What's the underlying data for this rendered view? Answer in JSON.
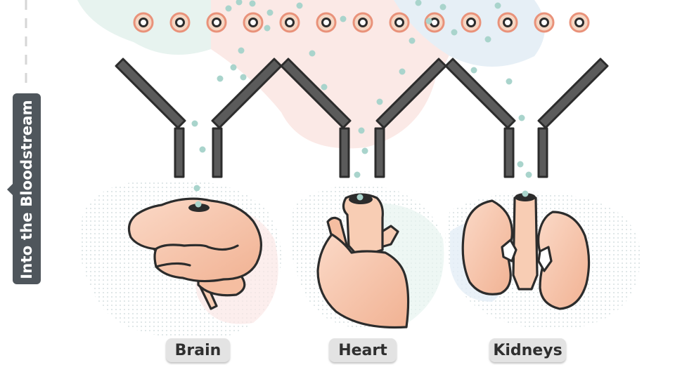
{
  "side_tab": {
    "label": "Into the Bloodstream"
  },
  "organs": [
    {
      "id": "brain",
      "label": "Brain"
    },
    {
      "id": "heart",
      "label": "Heart"
    },
    {
      "id": "kidneys",
      "label": "Kidneys"
    }
  ],
  "colors": {
    "outline": "#2c2c2c",
    "organ_fill": "#f6c0a4",
    "organ_fill_light": "#fbd6c1",
    "particle": "#a9d4cc",
    "bead_ring": "#e9927a",
    "bead_fill": "#f5d7c4",
    "label_pill": "#e3e3e3",
    "side_tab": "#4f565c",
    "blob_pink": "#fbe7e5",
    "blob_green": "#e7f3ef",
    "blob_blue": "#e3eef6"
  }
}
